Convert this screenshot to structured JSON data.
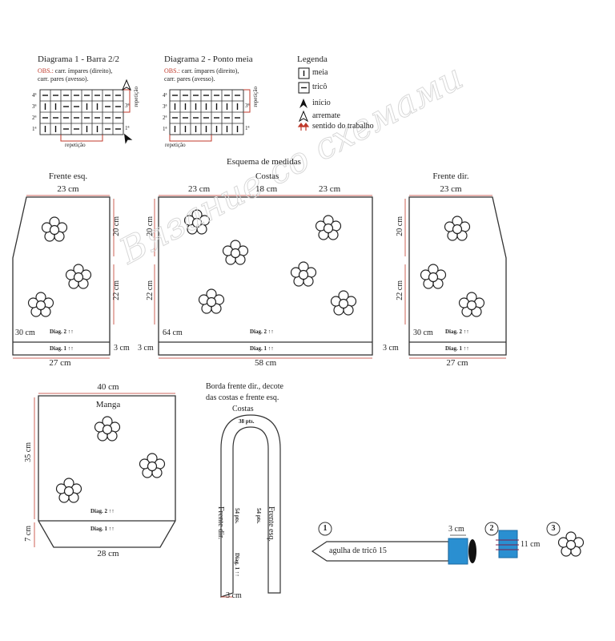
{
  "diagram1": {
    "title": "Diagrama 1 - Barra 2/2",
    "obs_label": "OBS.:",
    "obs_line1": "carr. ímpares (direito),",
    "obs_line2": "carr. pares (avesso).",
    "row_labels": [
      "4ª",
      "3ª",
      "2ª",
      "1ª"
    ],
    "repeat_bottom": "repetição",
    "repeat_side": "repetição",
    "side_marks": [
      "3ª",
      "1ª"
    ]
  },
  "diagram2": {
    "title": "Diagrama 2 - Ponto meia",
    "obs_label": "OBS.:",
    "obs_line1": "carr. ímpares (direito),",
    "obs_line2": "carr. pares (avesso).",
    "row_labels": [
      "4ª",
      "3ª",
      "2ª",
      "1ª"
    ],
    "repeat_bottom": "repetição",
    "repeat_side": "repetição",
    "side_marks": [
      "3ª",
      "1ª"
    ]
  },
  "legend": {
    "title": "Legenda",
    "items": [
      "meia",
      "tricô",
      "início",
      "arremate",
      "sentido do trabalho"
    ]
  },
  "schema_title": "Esquema de medidas",
  "watermark": "Вязание со схемами",
  "frente_esq": {
    "title": "Frente esq.",
    "top": "23 cm",
    "right_upper": "20 cm",
    "right_lower": "22 cm",
    "left_mid": "30 cm",
    "diag2": "Diag. 2 ↑↑",
    "diag1": "Diag. 1 ↑↑",
    "right_band": "3 cm",
    "bottom": "27 cm"
  },
  "costas": {
    "title": "Costas",
    "top_left": "23 cm",
    "top_mid": "18 cm",
    "top_right": "23 cm",
    "left_upper": "20 cm",
    "left_lower": "22 cm",
    "left_mid": "64 cm",
    "diag2": "Diag. 2 ↑↑",
    "diag1": "Diag. 1 ↑↑",
    "left_band": "3 cm",
    "bottom": "58 cm"
  },
  "frente_dir": {
    "title": "Frente dir.",
    "top": "23 cm",
    "left_upper": "20 cm",
    "left_lower": "22 cm",
    "left_mid": "30 cm",
    "diag2": "Diag. 2 ↑↑",
    "diag1": "Diag. 1 ↑↑",
    "left_band": "3 cm",
    "bottom": "27 cm"
  },
  "manga": {
    "title": "Manga",
    "top": "40 cm",
    "left_upper": "35 cm",
    "left_lower": "7 cm",
    "diag2": "Diag. 2 ↑↑",
    "diag1": "Diag. 1 ↑↑",
    "bottom": "28 cm"
  },
  "borda": {
    "title_line1": "Borda frente dir., decote",
    "title_line2": "das costas e frente esq.",
    "costas": "Costas",
    "pts_top": "38 pts.",
    "pts_left": "54 pts.",
    "pts_right": "54 pts.",
    "frente_dir": "Frente dir.",
    "frente_esq": "Frente esq.",
    "diag1": "Diag. 1 ↑↑",
    "bottom": "3 cm"
  },
  "steps": {
    "step1_num": "1",
    "step1_label": "agulha de tricô 15",
    "step1_size": "3 cm",
    "step2_num": "2",
    "step2_size": "11 cm",
    "step3_num": "3"
  }
}
